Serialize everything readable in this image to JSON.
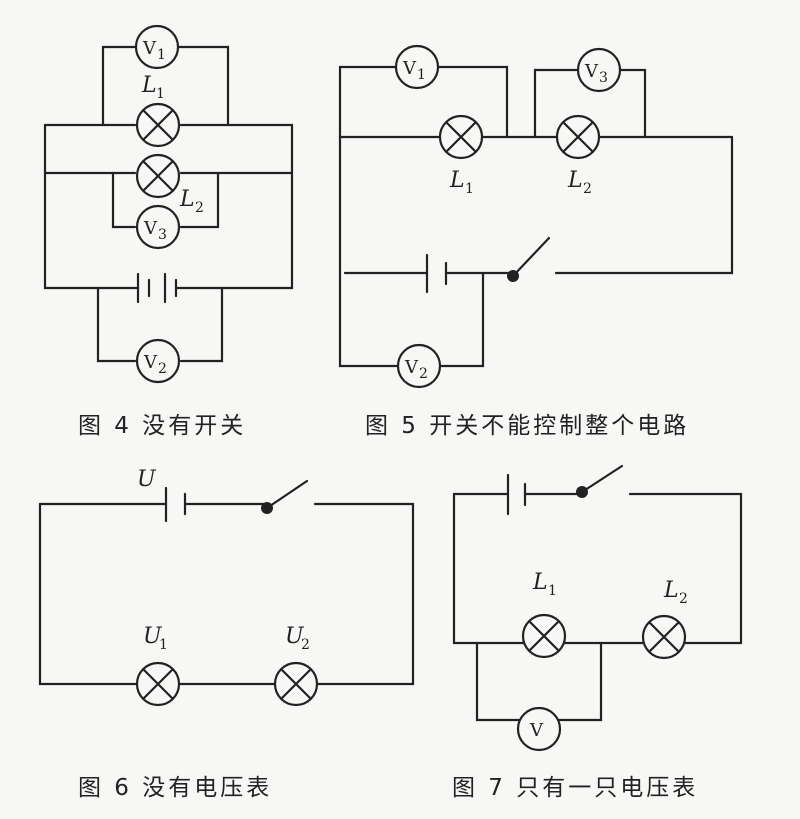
{
  "figures": [
    {
      "caption": "图 4  没有开关",
      "labels": {
        "V1": "V",
        "V1_sub": "1",
        "L1": "L",
        "L1_sub": "1",
        "L2": "L",
        "L2_sub": "2",
        "V3": "V",
        "V3_sub": "3",
        "V2": "V",
        "V2_sub": "2"
      }
    },
    {
      "caption": "图 5  开关不能控制整个电路",
      "labels": {
        "V1": "V",
        "V1_sub": "1",
        "V3": "V",
        "V3_sub": "3",
        "L1": "L",
        "L1_sub": "1",
        "L2": "L",
        "L2_sub": "2",
        "V2": "V",
        "V2_sub": "2"
      }
    },
    {
      "caption": "图 6  没有电压表",
      "labels": {
        "U": "U",
        "U1": "U",
        "U1_sub": "1",
        "U2": "U",
        "U2_sub": "2"
      }
    },
    {
      "caption": "图 7  只有一只电压表",
      "labels": {
        "L1": "L",
        "L1_sub": "1",
        "L2": "L",
        "L2_sub": "2",
        "V": "V"
      }
    }
  ]
}
